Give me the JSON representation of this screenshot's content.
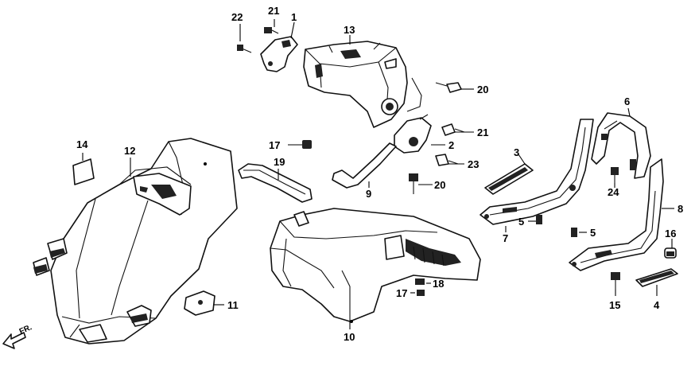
{
  "diagram": {
    "direction_label": "FR.",
    "callouts": [
      {
        "id": "c1",
        "label": "1"
      },
      {
        "id": "c2",
        "label": "2"
      },
      {
        "id": "c3",
        "label": "3"
      },
      {
        "id": "c4",
        "label": "4"
      },
      {
        "id": "c5a",
        "label": "5"
      },
      {
        "id": "c5b",
        "label": "5"
      },
      {
        "id": "c6",
        "label": "6"
      },
      {
        "id": "c7",
        "label": "7"
      },
      {
        "id": "c8",
        "label": "8"
      },
      {
        "id": "c9",
        "label": "9"
      },
      {
        "id": "c10",
        "label": "10"
      },
      {
        "id": "c11",
        "label": "11"
      },
      {
        "id": "c12",
        "label": "12"
      },
      {
        "id": "c13",
        "label": "13"
      },
      {
        "id": "c14",
        "label": "14"
      },
      {
        "id": "c15",
        "label": "15"
      },
      {
        "id": "c16",
        "label": "16"
      },
      {
        "id": "c17a",
        "label": "17"
      },
      {
        "id": "c17b",
        "label": "17"
      },
      {
        "id": "c18",
        "label": "18"
      },
      {
        "id": "c19",
        "label": "19"
      },
      {
        "id": "c20a",
        "label": "20"
      },
      {
        "id": "c20b",
        "label": "20"
      },
      {
        "id": "c21a",
        "label": "21"
      },
      {
        "id": "c21b",
        "label": "21"
      },
      {
        "id": "c22",
        "label": "22"
      },
      {
        "id": "c23",
        "label": "23"
      },
      {
        "id": "c24",
        "label": "24"
      }
    ]
  }
}
